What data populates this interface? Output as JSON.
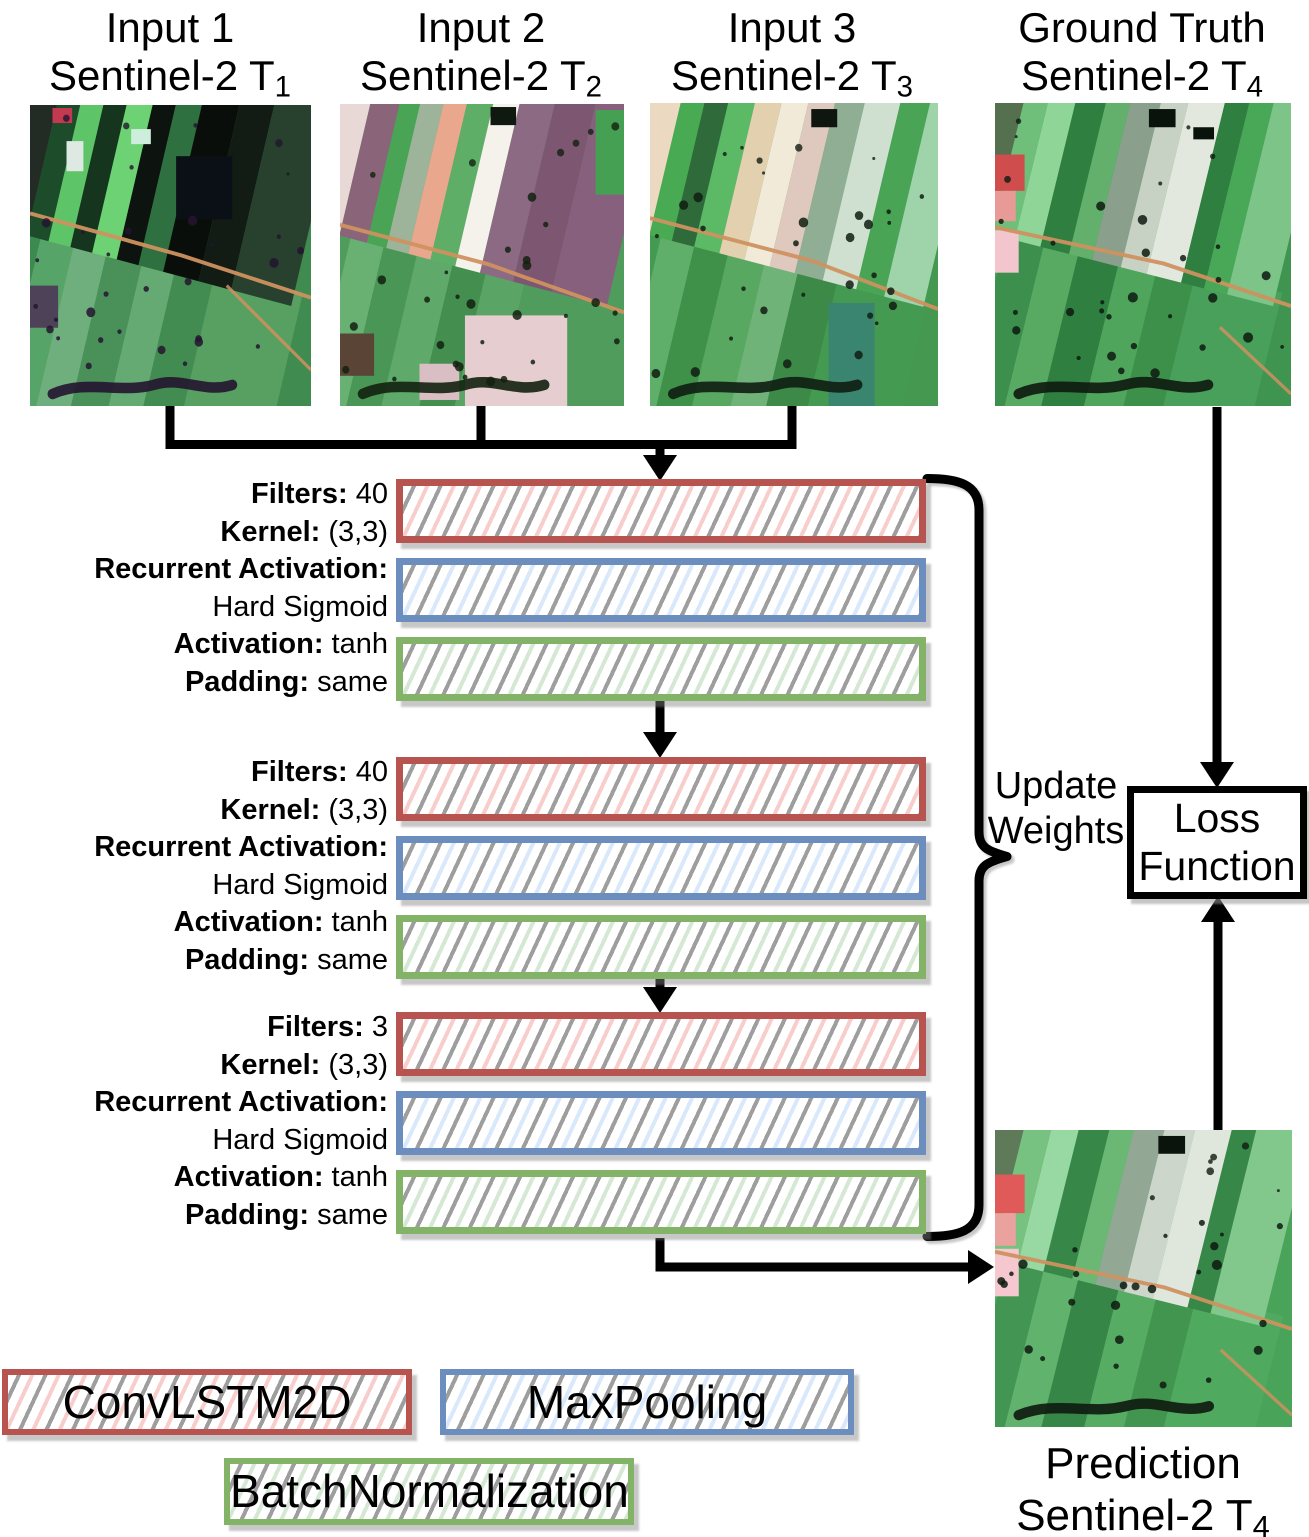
{
  "titles": [
    {
      "line1": "Input 1",
      "line2": "Sentinel-2 T",
      "sub": "1"
    },
    {
      "line1": "Input 2",
      "line2": "Sentinel-2 T",
      "sub": "2"
    },
    {
      "line1": "Input 3",
      "line2": "Sentinel-2 T",
      "sub": "3"
    },
    {
      "line1": "Ground Truth",
      "line2": "Sentinel-2 T",
      "sub": "4"
    }
  ],
  "blocks": [
    {
      "lines": [
        {
          "b": "Filters:",
          "n": "40"
        },
        {
          "b": "Kernel:",
          "n": "(3,3)"
        },
        {
          "b": "Recurrent Activation:",
          "n": ""
        },
        {
          "b": "",
          "n": "Hard Sigmoid"
        },
        {
          "b": "Activation:",
          "n": "tanh"
        },
        {
          "b": "Padding:",
          "n": "same"
        }
      ],
      "bars": [
        "convlstm2d",
        "maxpooling",
        "batchnorm"
      ]
    },
    {
      "lines": [
        {
          "b": "Filters:",
          "n": "40"
        },
        {
          "b": "Kernel:",
          "n": "(3,3)"
        },
        {
          "b": "Recurrent Activation:",
          "n": ""
        },
        {
          "b": "",
          "n": "Hard Sigmoid"
        },
        {
          "b": "Activation:",
          "n": "tanh"
        },
        {
          "b": "Padding:",
          "n": "same"
        }
      ],
      "bars": [
        "convlstm2d",
        "maxpooling",
        "batchnorm"
      ]
    },
    {
      "lines": [
        {
          "b": "Filters:",
          "n": "3"
        },
        {
          "b": "Kernel:",
          "n": "(3,3)"
        },
        {
          "b": "Recurrent Activation:",
          "n": ""
        },
        {
          "b": "",
          "n": "Hard Sigmoid"
        },
        {
          "b": "Activation:",
          "n": "tanh"
        },
        {
          "b": "Padding:",
          "n": "same"
        }
      ],
      "bars": [
        "convlstm2d",
        "maxpooling",
        "batchnorm"
      ]
    }
  ],
  "update_weights": {
    "line1": "Update",
    "line2": "Weights"
  },
  "loss_function": {
    "line1": "Loss",
    "line2": "Function"
  },
  "prediction_caption": {
    "line1": "Prediction",
    "line2": "Sentinel-2 T",
    "sub": "4"
  },
  "legend": [
    {
      "id": "convlstm2d",
      "label": "ConvLSTM2D"
    },
    {
      "id": "maxpooling",
      "label": "MaxPooling"
    },
    {
      "id": "batchnorm",
      "label": "BatchNormalization"
    }
  ],
  "layer_styles": {
    "convlstm2d": {
      "border": "#b85450",
      "stripe": "#f8cecc"
    },
    "maxpooling": {
      "border": "#6c8ebf",
      "stripe": "#dae8fc"
    },
    "batchnorm": {
      "border": "#82b366",
      "stripe": "#d5e8d4"
    },
    "gray_stripe": "#9e9e9e",
    "line_color": "#000000"
  },
  "images": {
    "t1": {
      "base": "#3f8b50",
      "upper": [
        [
          -6,
          12,
          "#222b24"
        ],
        [
          6,
          8,
          "#1d4c2a"
        ],
        [
          14,
          8,
          "#5ec468"
        ],
        [
          22,
          8,
          "#16351f"
        ],
        [
          30,
          9,
          "#6dd273"
        ],
        [
          39,
          8,
          "#0d130e"
        ],
        [
          47,
          9,
          "#2f7040"
        ],
        [
          56,
          13,
          "#0a0e0a"
        ],
        [
          69,
          12,
          "#131c14"
        ],
        [
          81,
          22,
          "#27412e"
        ]
      ],
      "lower": [
        [
          -6,
          17,
          "#3c8a50"
        ],
        [
          11,
          12,
          "#57a468"
        ],
        [
          23,
          12,
          "#6fae7d"
        ],
        [
          35,
          13,
          "#4a9159"
        ],
        [
          48,
          12,
          "#65aa72"
        ],
        [
          60,
          14,
          "#428c52"
        ],
        [
          74,
          32,
          "#57a062"
        ]
      ],
      "patches": [
        [
          8,
          1,
          7,
          5,
          "#c23950"
        ],
        [
          13,
          12,
          6,
          10,
          "#dfe9e3"
        ],
        [
          36,
          8,
          7,
          5,
          "#cdeedd"
        ],
        [
          52,
          17,
          20,
          21,
          "#0b1016"
        ],
        [
          0,
          60,
          10,
          14,
          "#4e4258"
        ]
      ],
      "road": "0,36 54,50 100,64",
      "road2": "70,60 100,88",
      "dark": "#241430",
      "seed": 7
    },
    "t2": {
      "base": "#4f9c5c",
      "upper": [
        [
          -6,
          13,
          "#e8d9d6"
        ],
        [
          7,
          10,
          "#8a6478"
        ],
        [
          17,
          7,
          "#4aa455"
        ],
        [
          24,
          8,
          "#9db39a"
        ],
        [
          32,
          8,
          "#e9a88e"
        ],
        [
          40,
          9,
          "#5fae68"
        ],
        [
          49,
          9,
          "#f5f2ec"
        ],
        [
          58,
          12,
          "#8d6a84"
        ],
        [
          70,
          14,
          "#7d5672"
        ],
        [
          84,
          20,
          "#86607c"
        ]
      ],
      "lower": [
        [
          -6,
          17,
          "#4f9c5c"
        ],
        [
          11,
          12,
          "#68b173"
        ],
        [
          23,
          12,
          "#4a9656"
        ],
        [
          35,
          13,
          "#5fa96a"
        ],
        [
          48,
          12,
          "#448f50"
        ],
        [
          60,
          14,
          "#5aa465"
        ],
        [
          74,
          32,
          "#4f9c5c"
        ]
      ],
      "patches": [
        [
          53,
          1,
          9,
          6,
          "#101910"
        ],
        [
          90,
          2,
          12,
          28,
          "#46a053"
        ],
        [
          44,
          70,
          36,
          30,
          "#e5cdd0"
        ],
        [
          28,
          86,
          14,
          12,
          "#d9bfc4"
        ],
        [
          0,
          76,
          12,
          14,
          "#5a4436"
        ]
      ],
      "road": "0,40 52,53 100,69",
      "road2": "",
      "dark": "#13210f",
      "seed": 11
    },
    "t3": {
      "base": "#44984f",
      "upper": [
        [
          -6,
          13,
          "#ecd9c2"
        ],
        [
          7,
          8,
          "#49aa54"
        ],
        [
          15,
          8,
          "#2f6b3a"
        ],
        [
          23,
          9,
          "#5cb966"
        ],
        [
          32,
          9,
          "#e3d0ae"
        ],
        [
          41,
          9,
          "#f1ead9"
        ],
        [
          50,
          9,
          "#dfc8bd"
        ],
        [
          59,
          10,
          "#8fae93"
        ],
        [
          69,
          12,
          "#cfdfd0"
        ],
        [
          81,
          10,
          "#49a455"
        ],
        [
          91,
          14,
          "#9fd4ab"
        ]
      ],
      "lower": [
        [
          -6,
          17,
          "#459a52"
        ],
        [
          11,
          12,
          "#5fae6a"
        ],
        [
          23,
          12,
          "#3f9049"
        ],
        [
          35,
          13,
          "#58a862"
        ],
        [
          48,
          12,
          "#6fb379"
        ],
        [
          60,
          14,
          "#3d8a48"
        ],
        [
          74,
          32,
          "#459a52"
        ]
      ],
      "patches": [
        [
          56,
          2,
          9,
          6,
          "#0e160f"
        ],
        [
          62,
          66,
          16,
          34,
          "#3a8570"
        ]
      ],
      "road": "0,38 56,52 100,68",
      "road2": "",
      "dark": "#101d12",
      "seed": 23
    },
    "gt": {
      "base": "#3f9450",
      "upper": [
        [
          -6,
          12,
          "#55704f"
        ],
        [
          6,
          8,
          "#6fbf7a"
        ],
        [
          14,
          9,
          "#8fd598"
        ],
        [
          23,
          10,
          "#2e7f40"
        ],
        [
          33,
          8,
          "#62b06c"
        ],
        [
          41,
          10,
          "#8a9f8c"
        ],
        [
          51,
          9,
          "#c8d2c4"
        ],
        [
          60,
          12,
          "#e2e8de"
        ],
        [
          72,
          8,
          "#2e7f40"
        ],
        [
          80,
          8,
          "#49a858"
        ],
        [
          88,
          16,
          "#7cc488"
        ]
      ],
      "lower": [
        [
          -6,
          17,
          "#47a057"
        ],
        [
          11,
          13,
          "#3c8f4c"
        ],
        [
          24,
          12,
          "#58aa62"
        ],
        [
          36,
          14,
          "#2f8040"
        ],
        [
          50,
          13,
          "#4fa55c"
        ],
        [
          63,
          13,
          "#3c9049"
        ],
        [
          76,
          30,
          "#49a05a"
        ]
      ],
      "patches": [
        [
          0,
          17,
          10,
          12,
          "#cf4d4d"
        ],
        [
          0,
          29,
          7,
          10,
          "#e89a96"
        ],
        [
          0,
          42,
          8,
          14,
          "#f2c6cc"
        ],
        [
          52,
          2,
          9,
          6,
          "#0a120c"
        ],
        [
          67,
          8,
          7,
          4,
          "#0a120c"
        ]
      ],
      "road": "0,41 57,53 100,67",
      "road2": "76,74 100,96",
      "dark": "#0e1a10",
      "seed": 37
    },
    "prediction": {
      "base": "#49a45a",
      "upper": [
        [
          -6,
          12,
          "#5e7a58"
        ],
        [
          6,
          9,
          "#77c281"
        ],
        [
          15,
          9,
          "#98d8a2"
        ],
        [
          24,
          10,
          "#378748"
        ],
        [
          34,
          8,
          "#6ab873"
        ],
        [
          42,
          10,
          "#93a894"
        ],
        [
          52,
          10,
          "#ccd6cb"
        ],
        [
          62,
          12,
          "#dfe6dc"
        ],
        [
          74,
          8,
          "#378748"
        ],
        [
          82,
          18,
          "#82c78c"
        ]
      ],
      "lower": [
        [
          -6,
          17,
          "#4faa5f"
        ],
        [
          11,
          13,
          "#429552"
        ],
        [
          24,
          12,
          "#60b26c"
        ],
        [
          36,
          14,
          "#368747"
        ],
        [
          50,
          13,
          "#57ac64"
        ],
        [
          63,
          13,
          "#42954e"
        ],
        [
          76,
          30,
          "#4faa5f"
        ]
      ],
      "patches": [
        [
          0,
          15,
          10,
          13,
          "#e05a5a"
        ],
        [
          0,
          28,
          7,
          11,
          "#eaa29e"
        ],
        [
          0,
          40,
          8,
          16,
          "#f4c8ce"
        ],
        [
          55,
          2,
          9,
          6,
          "#0b130d"
        ]
      ],
      "road": "0,41 57,53 100,67",
      "road2": "76,74 100,96",
      "dark": "#0e1a10",
      "seed": 51
    }
  }
}
